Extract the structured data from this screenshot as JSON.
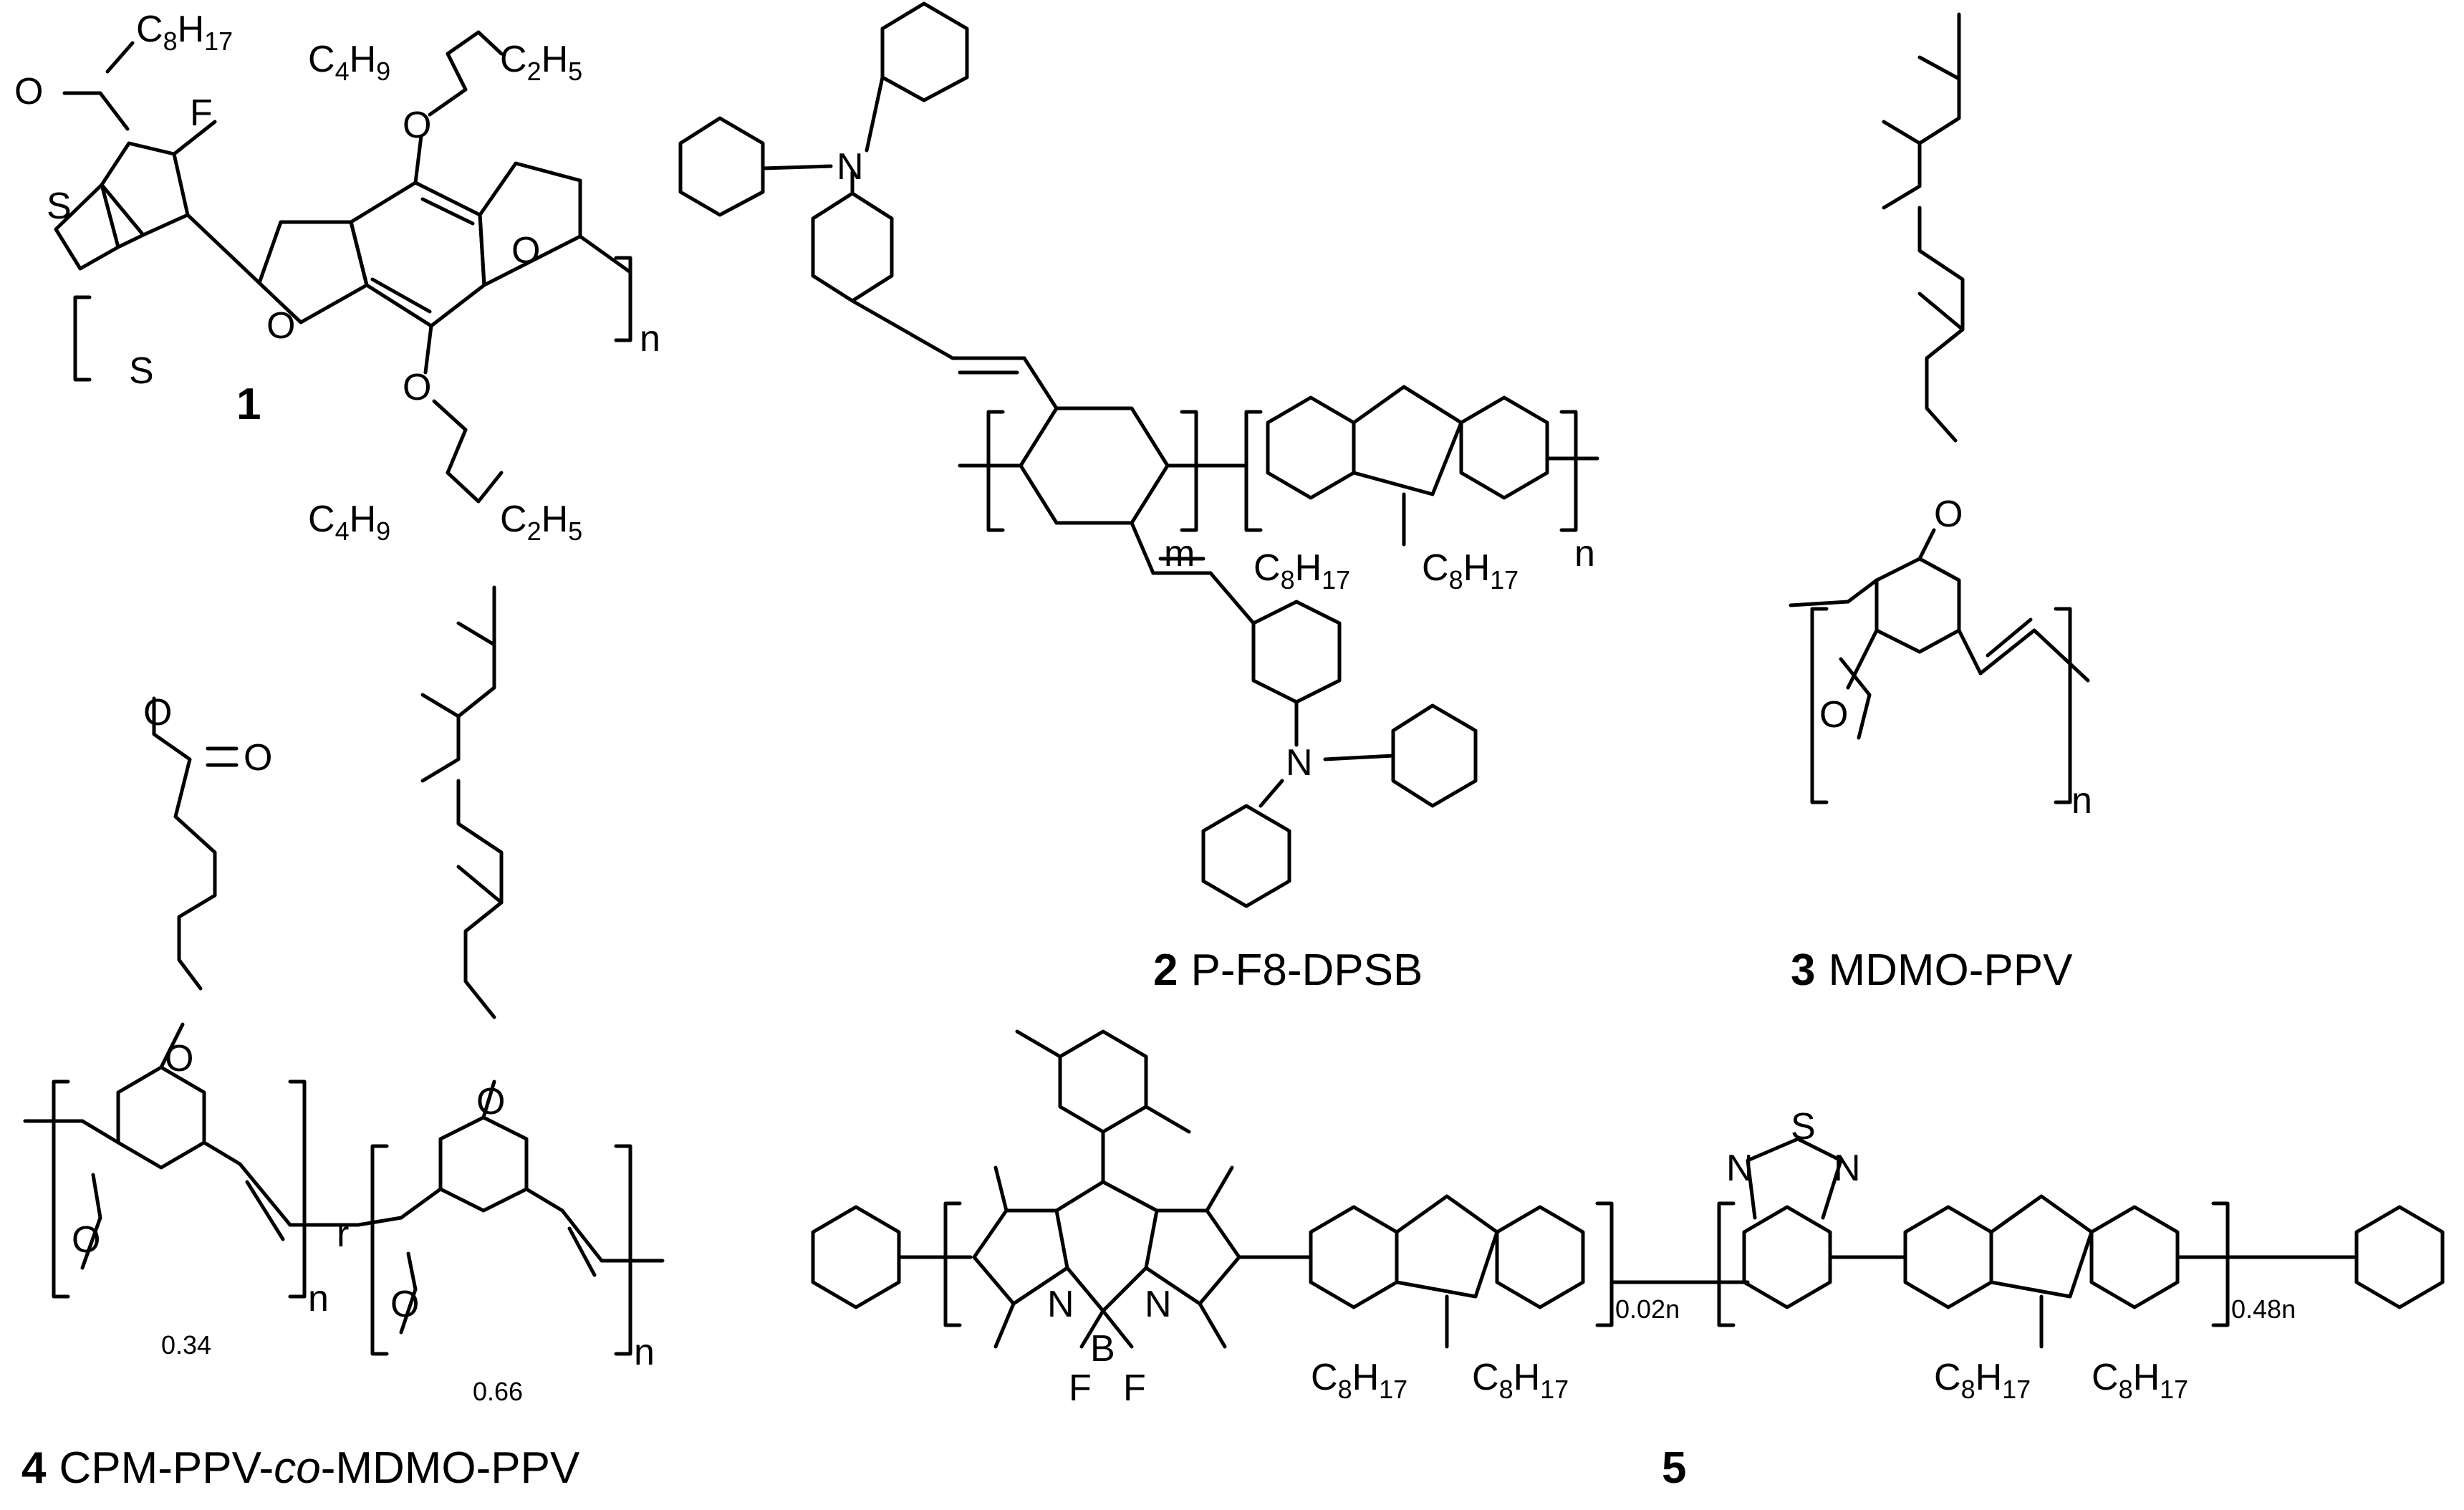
{
  "compounds": {
    "c1": {
      "number": "1",
      "labels": {
        "C8H17": [
          "C",
          "8",
          "H",
          "17"
        ],
        "O": "O",
        "F": "F",
        "S1": "S",
        "S2": "S",
        "O_furan_top": "O",
        "O_furan_bot": "O",
        "O_alkoxy_top": "O",
        "O_alkoxy_bot": "O",
        "C4H9_top": [
          "C",
          "4",
          "H",
          "9"
        ],
        "C2H5_top": [
          "C",
          "2",
          "H",
          "5"
        ],
        "C4H9_bot": [
          "C",
          "4",
          "H",
          "9"
        ],
        "C2H5_bot": [
          "C",
          "2",
          "H",
          "5"
        ],
        "n": "n"
      }
    },
    "c2": {
      "number": "2",
      "name": "P-F8-DPSB",
      "labels": {
        "N_top": "N",
        "N_bot": "N",
        "m": "m",
        "n": "n",
        "C8H17_a": [
          "C",
          "8",
          "H",
          "17"
        ],
        "C8H17_b": [
          "C",
          "8",
          "H",
          "17"
        ]
      }
    },
    "c3": {
      "number": "3",
      "name": "MDMO-PPV",
      "labels": {
        "O_top": "O",
        "O_bot": "O",
        "n": "n"
      }
    },
    "c4": {
      "number": "4",
      "name_pre": "CPM-PPV-",
      "name_ital": "co",
      "name_post": "-MDMO-PPV",
      "labels": {
        "O_ester1": "O",
        "O_ester2": "O",
        "O_ether1": "O",
        "O_me1": "O",
        "O_ether2": "O",
        "O_me2": "O",
        "r": "r",
        "n1": "n",
        "n2": "n",
        "frac1": "0.34",
        "frac2": "0.66"
      }
    },
    "c5": {
      "number": "5",
      "labels": {
        "N1": "N",
        "N2": "N",
        "B": "B",
        "F1": "F",
        "F2": "F",
        "S": "S",
        "Nbt1": "N",
        "Nbt2": "N",
        "sub1": "0.02n",
        "sub2": "0.48n",
        "C8H17_a": [
          "C",
          "8",
          "H",
          "17"
        ],
        "C8H17_b": [
          "C",
          "8",
          "H",
          "17"
        ],
        "C8H17_c": [
          "C",
          "8",
          "H",
          "17"
        ],
        "C8H17_d": [
          "C",
          "8",
          "H",
          "17"
        ]
      }
    }
  }
}
